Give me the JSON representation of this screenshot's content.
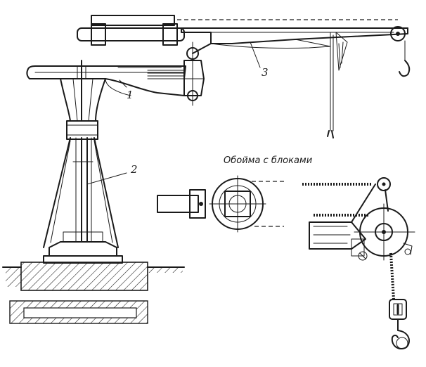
{
  "diagram": {
    "labels": {
      "part_1": "1",
      "part_2": "2",
      "part_3": "3"
    },
    "detail_caption": "Обойма с блоками"
  }
}
